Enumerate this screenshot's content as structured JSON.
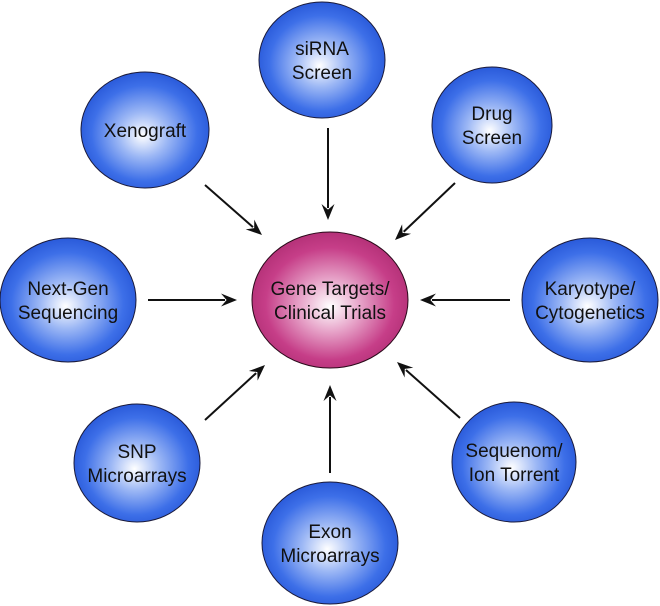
{
  "diagram": {
    "type": "hub-and-spoke",
    "center": {
      "id": "gene-targets",
      "lines": [
        "Gene Targets/",
        "Clinical Trials"
      ],
      "color": "#c0307a",
      "highlight": "#ffffff"
    },
    "node_color": "#2f66e6",
    "node_highlight": "#ffffff",
    "arrow_color": "#111111",
    "nodes": [
      {
        "id": "sirna-screen",
        "lines": [
          "siRNA",
          "Screen"
        ],
        "direction": "north"
      },
      {
        "id": "drug-screen",
        "lines": [
          "Drug",
          "Screen"
        ],
        "direction": "north-east"
      },
      {
        "id": "karyotype",
        "lines": [
          "Karyotype/",
          "Cytogenetics"
        ],
        "direction": "east"
      },
      {
        "id": "sequenom",
        "lines": [
          "Sequenom/",
          "Ion Torrent"
        ],
        "direction": "south-east"
      },
      {
        "id": "exon-microarrays",
        "lines": [
          "Exon",
          "Microarrays"
        ],
        "direction": "south"
      },
      {
        "id": "snp-microarrays",
        "lines": [
          "SNP",
          "Microarrays"
        ],
        "direction": "south-west"
      },
      {
        "id": "next-gen-sequencing",
        "lines": [
          "Next-Gen",
          "Sequencing"
        ],
        "direction": "west"
      },
      {
        "id": "xenograft",
        "lines": [
          "Xenograft"
        ],
        "direction": "north-west"
      }
    ],
    "edges": [
      {
        "from": "sirna-screen",
        "to": "gene-targets"
      },
      {
        "from": "drug-screen",
        "to": "gene-targets"
      },
      {
        "from": "karyotype",
        "to": "gene-targets"
      },
      {
        "from": "sequenom",
        "to": "gene-targets"
      },
      {
        "from": "exon-microarrays",
        "to": "gene-targets"
      },
      {
        "from": "snp-microarrays",
        "to": "gene-targets"
      },
      {
        "from": "next-gen-sequencing",
        "to": "gene-targets"
      },
      {
        "from": "xenograft",
        "to": "gene-targets"
      }
    ]
  }
}
